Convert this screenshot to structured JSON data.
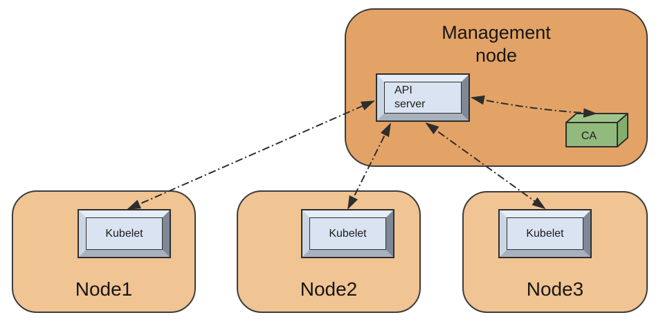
{
  "management_node": {
    "label": "Management\nnode",
    "fill": "#E3A366",
    "api_server": {
      "label": "API\nserver",
      "panel_fill": "#D9E3F1"
    },
    "ca": {
      "label": "CA",
      "front_fill": "#91BA7C",
      "top_fill": "#A0C58B",
      "side_fill": "#84AE6E"
    }
  },
  "worker_nodes": [
    {
      "label": "Node1",
      "component": "Kubelet"
    },
    {
      "label": "Node2",
      "component": "Kubelet"
    },
    {
      "label": "Node3",
      "component": "Kubelet"
    }
  ],
  "worker_node_fill": "#F0C493",
  "connector_color": "#2d2d2d",
  "connector_style": "dash-dot",
  "connections": [
    {
      "from": "API server",
      "to": "Kubelet (Node1)",
      "bidirectional": true
    },
    {
      "from": "API server",
      "to": "Kubelet (Node2)",
      "bidirectional": true
    },
    {
      "from": "API server",
      "to": "Kubelet (Node3)",
      "bidirectional": true
    },
    {
      "from": "API server",
      "to": "CA",
      "bidirectional": true
    }
  ]
}
